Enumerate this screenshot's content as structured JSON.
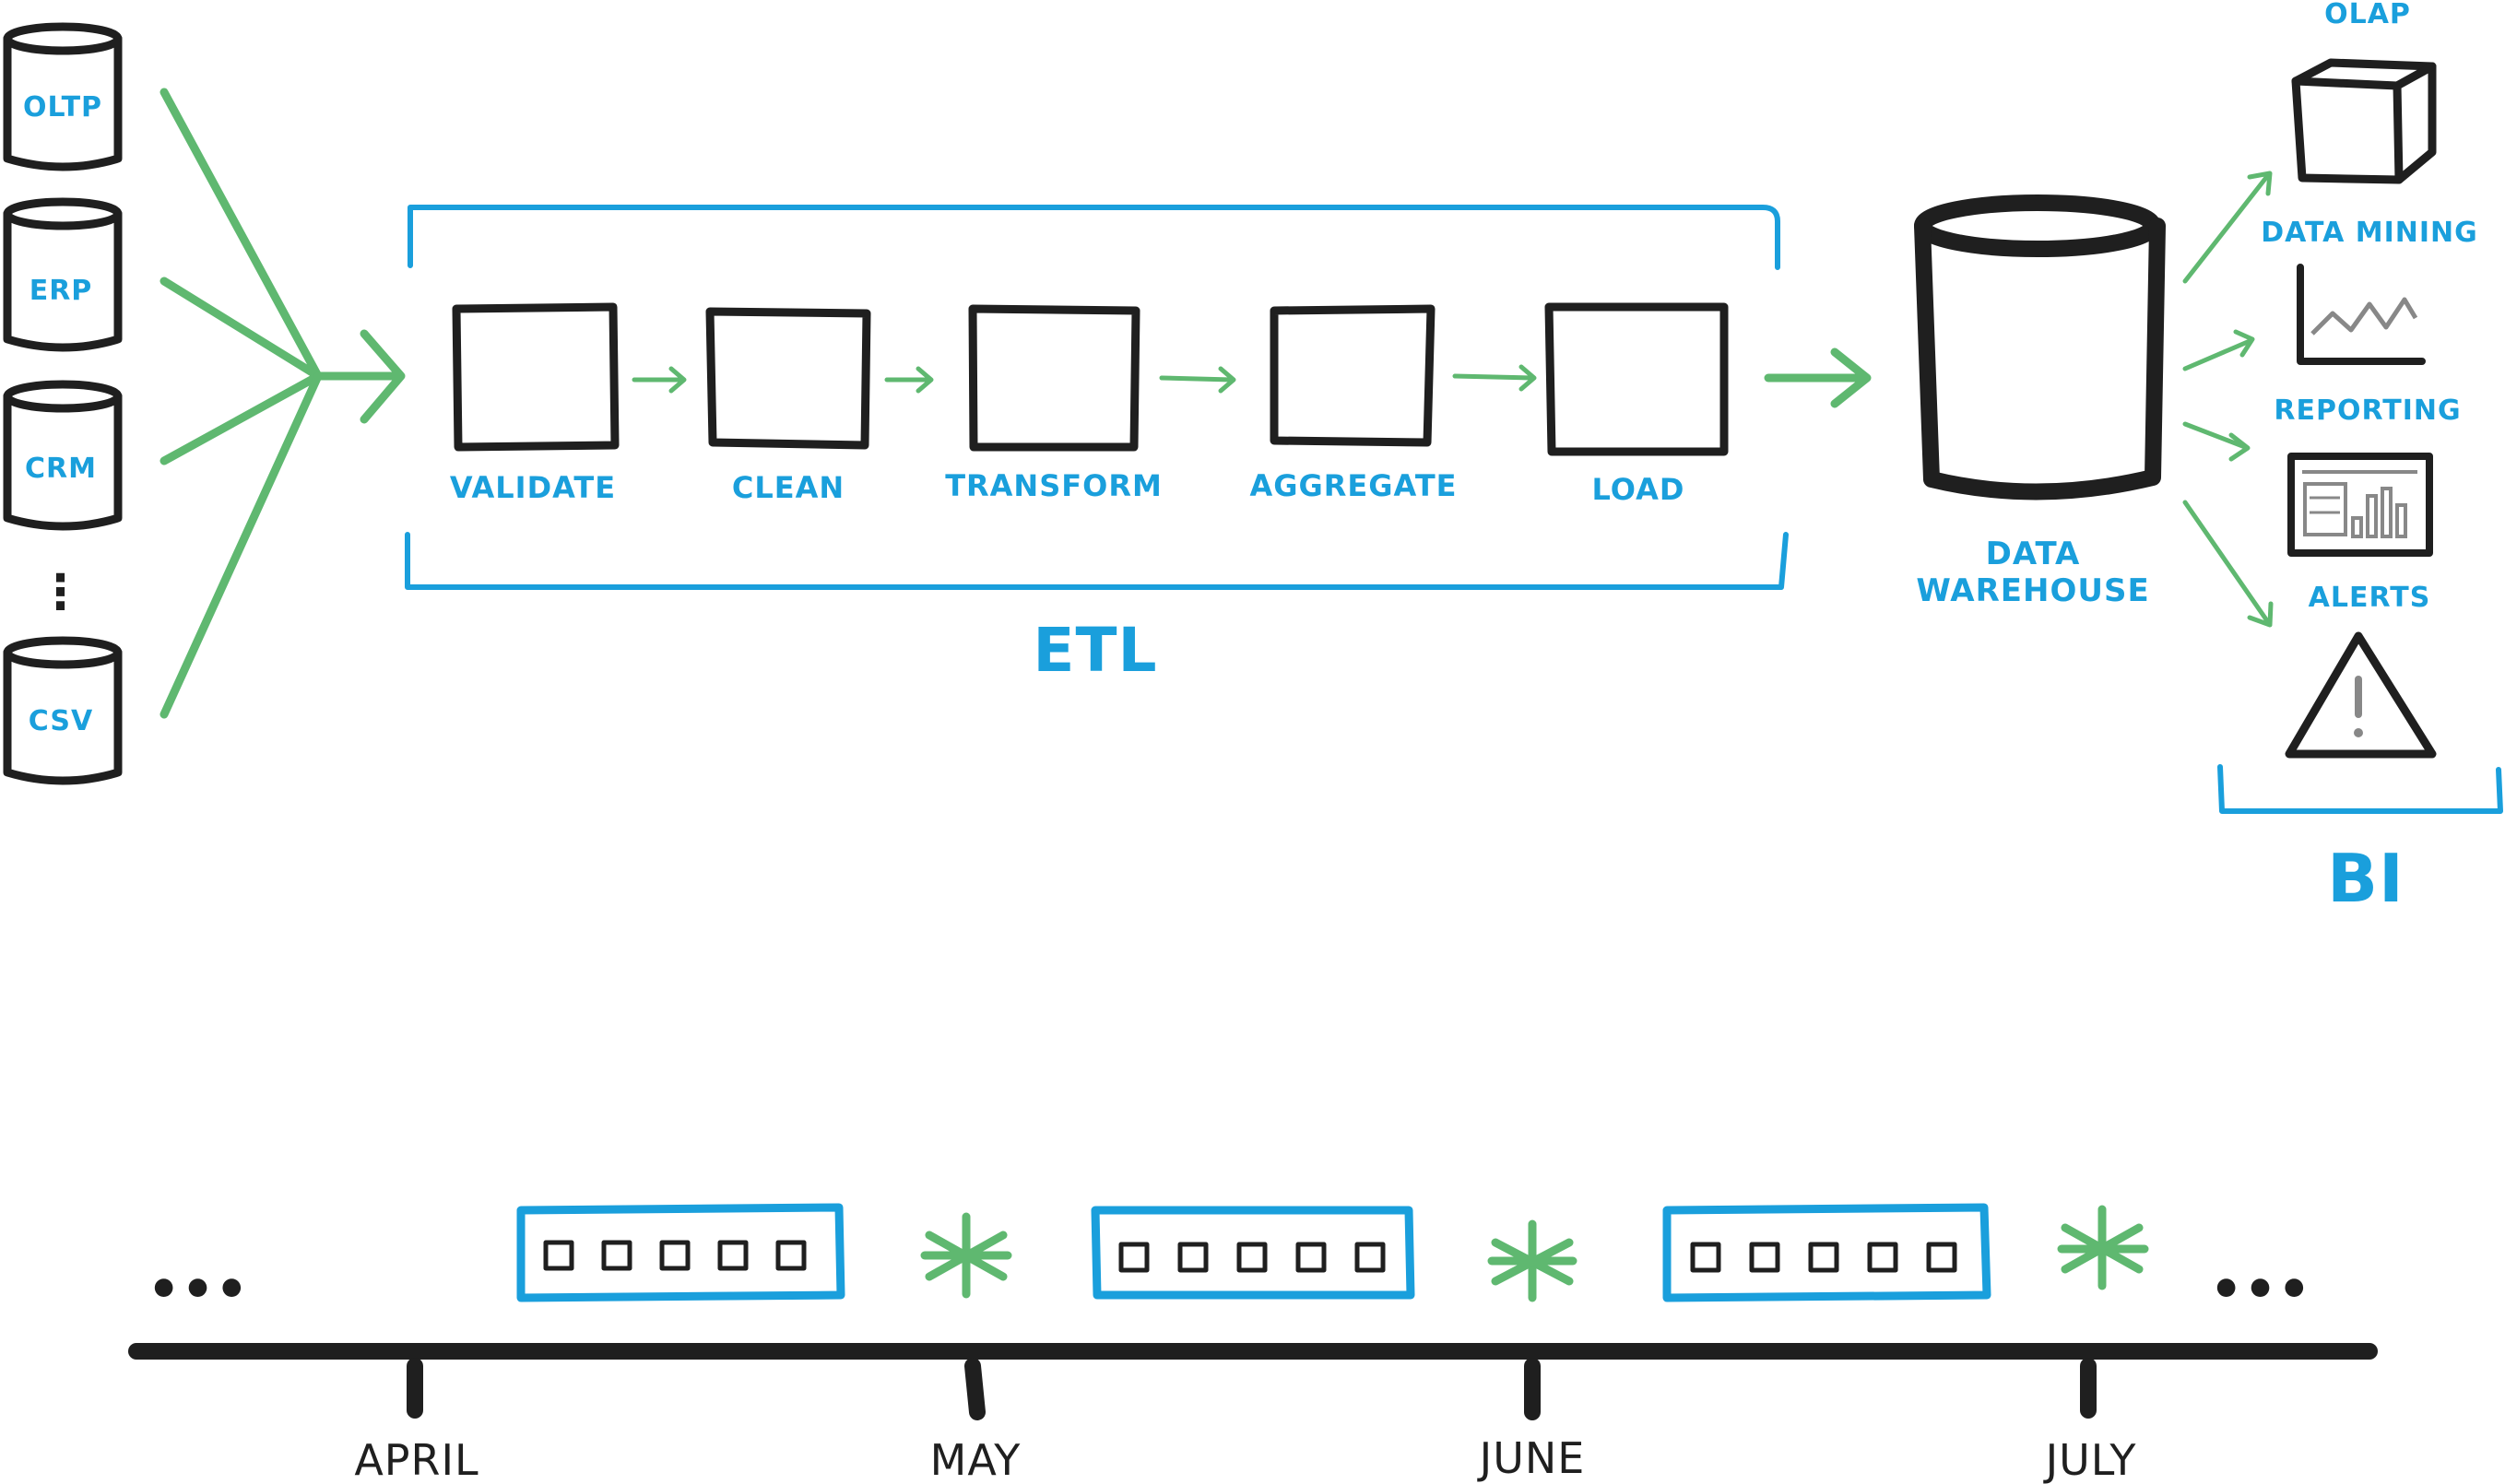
{
  "colors": {
    "accent_blue": "#1a9fdc",
    "flow_green": "#5fb870",
    "ink": "#1f1f1f"
  },
  "sources": {
    "items": [
      {
        "label": "OLTP",
        "icon": "database-cylinder-icon"
      },
      {
        "label": "ERP",
        "icon": "database-cylinder-icon"
      },
      {
        "label": "CRM",
        "icon": "database-cylinder-icon"
      },
      {
        "label": "CSV",
        "icon": "database-cylinder-icon"
      }
    ],
    "ellipsis": "⋮"
  },
  "etl": {
    "title": "ETL",
    "steps": [
      "VALIDATE",
      "CLEAN",
      "TRANSFORM",
      "AGGREGATE",
      "LOAD"
    ]
  },
  "warehouse": {
    "label_line1": "DATA",
    "label_line2": "WAREHOUSE",
    "icon": "warehouse-cylinder-icon"
  },
  "bi": {
    "title": "BI",
    "items": [
      {
        "label": "OLAP",
        "icon": "cube-icon"
      },
      {
        "label": "DATA MINING",
        "icon": "line-chart-icon"
      },
      {
        "label": "REPORTING",
        "icon": "dashboard-icon"
      },
      {
        "label": "ALERTS",
        "icon": "warning-triangle-icon"
      }
    ]
  },
  "timeline": {
    "leading_ellipsis": "•••",
    "trailing_ellipsis": "•••",
    "months": [
      "APRIL",
      "MAY",
      "JUNE",
      "JULY"
    ],
    "batch_icon": "batch-job-icon",
    "marker_icon": "asterisk-marker-icon"
  }
}
